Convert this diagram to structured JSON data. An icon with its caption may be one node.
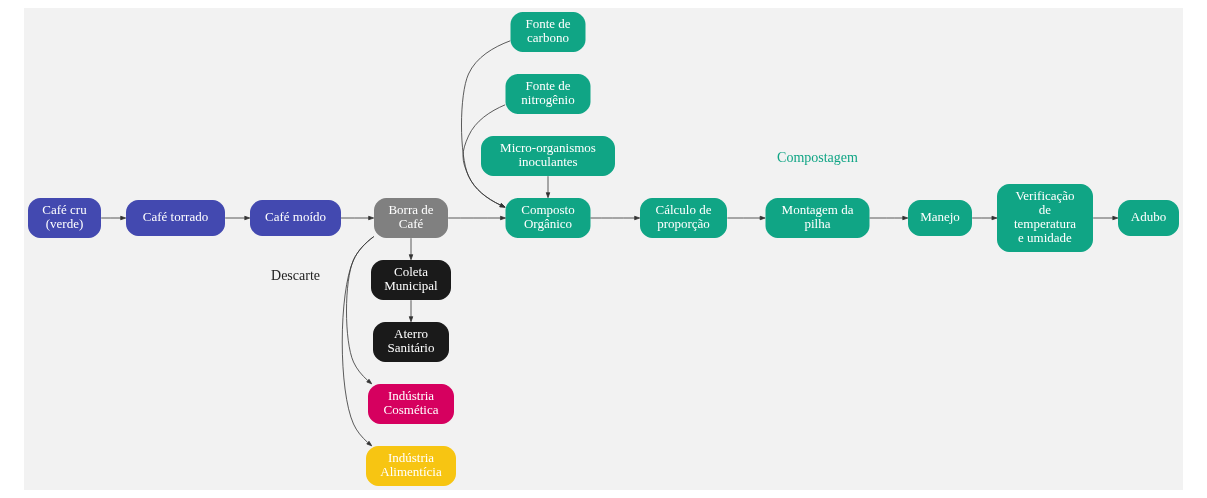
{
  "diagram": {
    "nodes": [
      {
        "text": [
          "Indústria Alimentícia"
        ]
      },
      {
        "text": [
          "Indústria Cosmética"
        ]
      },
      {
        "text": [
          "Fonte de carbono"
        ]
      },
      {
        "text": [
          "Café cru (verde)"
        ]
      },
      {
        "text": [
          "Café torrado"
        ]
      },
      {
        "text": [
          "Café moído"
        ]
      },
      {
        "text": [
          "Borra de Café"
        ]
      },
      {
        "text": [
          "Composto Orgânico"
        ]
      },
      {
        "text": [
          "Cálculo de proporção"
        ]
      },
      {
        "text": [
          "Montagem da pilha"
        ]
      },
      {
        "text": [
          "Manejo"
        ]
      },
      {
        "text": [
          "Verificação de temperatura e umidade"
        ]
      },
      {
        "text": [
          "Adubo"
        ]
      },
      {
        "text": [
          "Coleta Municipal"
        ]
      },
      {
        "text": [
          "Fonte de nitrogênio"
        ]
      },
      {
        "text": [
          "Micro-organismos inoculantes"
        ]
      },
      {
        "text": [
          "Aterro Sanitário"
        ]
      }
    ],
    "edges": [
      {
        "from": 3,
        "to": 4,
        "arrow": "to"
      },
      {
        "from": 4,
        "to": 5,
        "arrow": "to"
      },
      {
        "from": 5,
        "to": 6,
        "arrow": "to"
      },
      {
        "from": 6,
        "to": 0,
        "arrow": "to"
      },
      {
        "from": 6,
        "to": 1,
        "arrow": "to"
      },
      {
        "from": 6,
        "to": 7,
        "arrow": "to"
      },
      {
        "from": 2,
        "to": 7,
        "arrow": "to"
      },
      {
        "from": 7,
        "to": 8,
        "arrow": "to"
      },
      {
        "from": 8,
        "to": 9,
        "arrow": "to"
      },
      {
        "from": 9,
        "to": 10,
        "arrow": "to"
      },
      {
        "from": 10,
        "to": 11,
        "arrow": "to"
      },
      {
        "from": 11,
        "to": 12,
        "arrow": "to"
      },
      {
        "from": 6,
        "to": 13,
        "arrow": "to"
      },
      {
        "from": 13,
        "to": 16,
        "arrow": "to"
      },
      {
        "from": 14,
        "to": 7,
        "arrow": "to"
      },
      {
        "from": 15,
        "to": 7,
        "arrow": "to"
      }
    ],
    "labels": [
      "Compostagem",
      "Descarte"
    ]
  }
}
